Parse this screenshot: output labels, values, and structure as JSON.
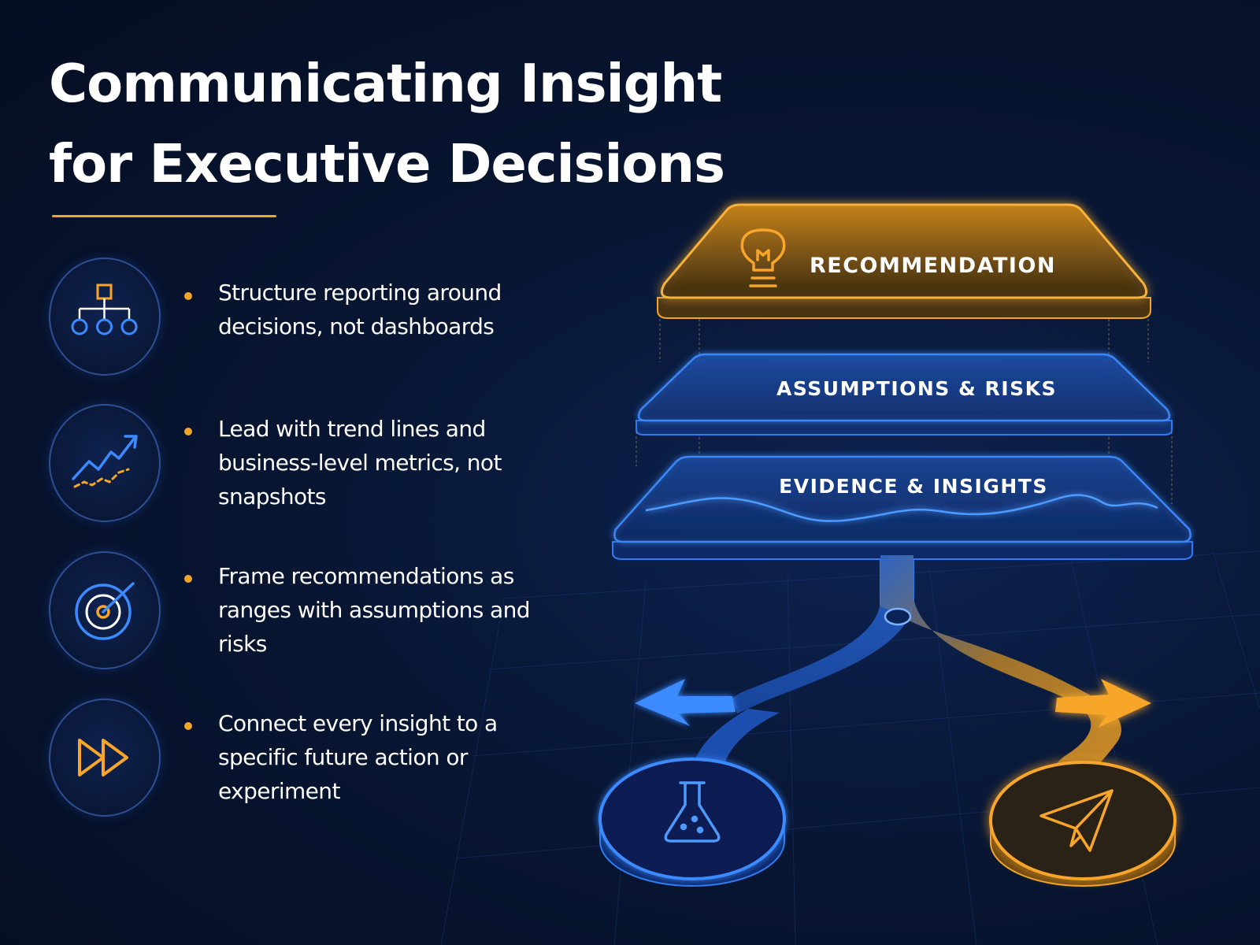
{
  "title": {
    "line1": "Communicating Insight",
    "line2": "for Executive Decisions"
  },
  "colors": {
    "background": "#071430",
    "accent_orange": "#f2a52b",
    "accent_blue": "#2f7cf0",
    "text": "#ffffff"
  },
  "points": [
    {
      "icon": "hierarchy-icon",
      "text": "Structure reporting around decisions, not dashboards"
    },
    {
      "icon": "trend-line-icon",
      "text": "Lead with trend lines and business-level metrics, not snapshots"
    },
    {
      "icon": "target-icon",
      "text": "Frame recommendations as ranges with assumptions and risks"
    },
    {
      "icon": "fast-forward-icon",
      "text": "Connect every insight to a specific future action or experiment"
    }
  ],
  "layers": {
    "top": {
      "label": "RECOMMENDATION",
      "icon": "lightbulb-icon"
    },
    "middle": {
      "label": "ASSUMPTIONS & RISKS"
    },
    "bottom": {
      "label": "EVIDENCE & INSIGHTS"
    }
  },
  "outcomes": {
    "left": {
      "icon": "flask-icon",
      "direction": "left"
    },
    "right": {
      "icon": "paper-plane-icon",
      "direction": "right"
    }
  }
}
